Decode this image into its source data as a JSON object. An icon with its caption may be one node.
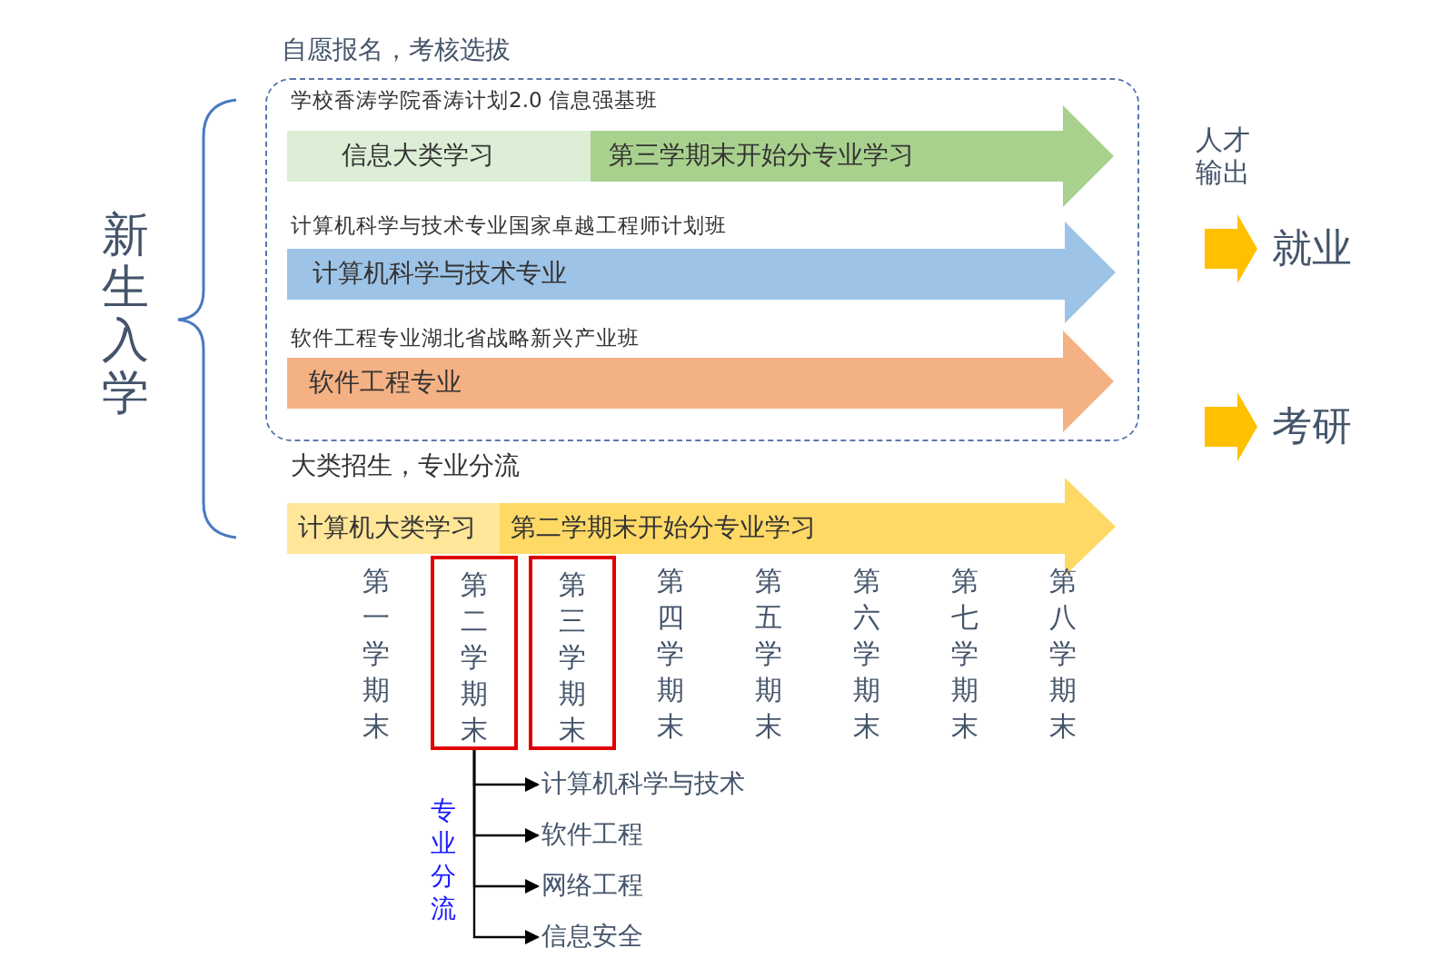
{
  "diagram": {
    "nodes": [
      {
        "text": [
          "新生入学"
        ]
      },
      {
        "text": [
          "自愿报名，考核选拔"
        ]
      },
      {
        "text": [
          "学校香涛学院香涛计划2.0 信息强基班",
          "信息大类学习",
          "第三学期末开始分专业学习"
        ],
        "in": 1
      },
      {
        "text": [
          "计算机科学与技术专业国家卓越工程师计划班",
          "计算机科学与技术专业"
        ],
        "in": 1
      },
      {
        "text": [
          "软件工程专业湖北省战略新兴产业班",
          "软件工程专业"
        ],
        "in": 1
      },
      {
        "text": [
          "大类招生，专业分流",
          "计算机大类学习",
          "第二学期末开始分专业学习"
        ]
      },
      {
        "text": [
          "就业"
        ]
      },
      {
        "text": [
          "考研"
        ]
      },
      {
        "text": [
          "第二学期末"
        ]
      },
      {
        "text": [
          "第三学期末"
        ]
      },
      {
        "text": [
          "计算机科学与技术"
        ]
      },
      {
        "text": [
          "软件工程"
        ]
      },
      {
        "text": [
          "网络工程"
        ]
      },
      {
        "text": [
          "信息安全"
        ]
      }
    ],
    "edges": [
      {
        "from": 8,
        "to": 10,
        "arrow": "to"
      },
      {
        "from": 8,
        "to": 11,
        "arrow": "to"
      },
      {
        "from": 8,
        "to": 12,
        "arrow": "to"
      },
      {
        "from": 8,
        "to": 13,
        "arrow": "to"
      },
      {
        "from": null,
        "to": 6,
        "arrow": "to",
        "style": "thick",
        "color": "#ffc000"
      },
      {
        "from": null,
        "to": 7,
        "arrow": "to",
        "style": "thick",
        "color": "#ffc000"
      }
    ],
    "labels": [
      "人才输出",
      "第一学期末",
      "第四学期末",
      "第五学期末",
      "第六学期末",
      "第七学期末",
      "第八学期末",
      "专业分流"
    ]
  }
}
